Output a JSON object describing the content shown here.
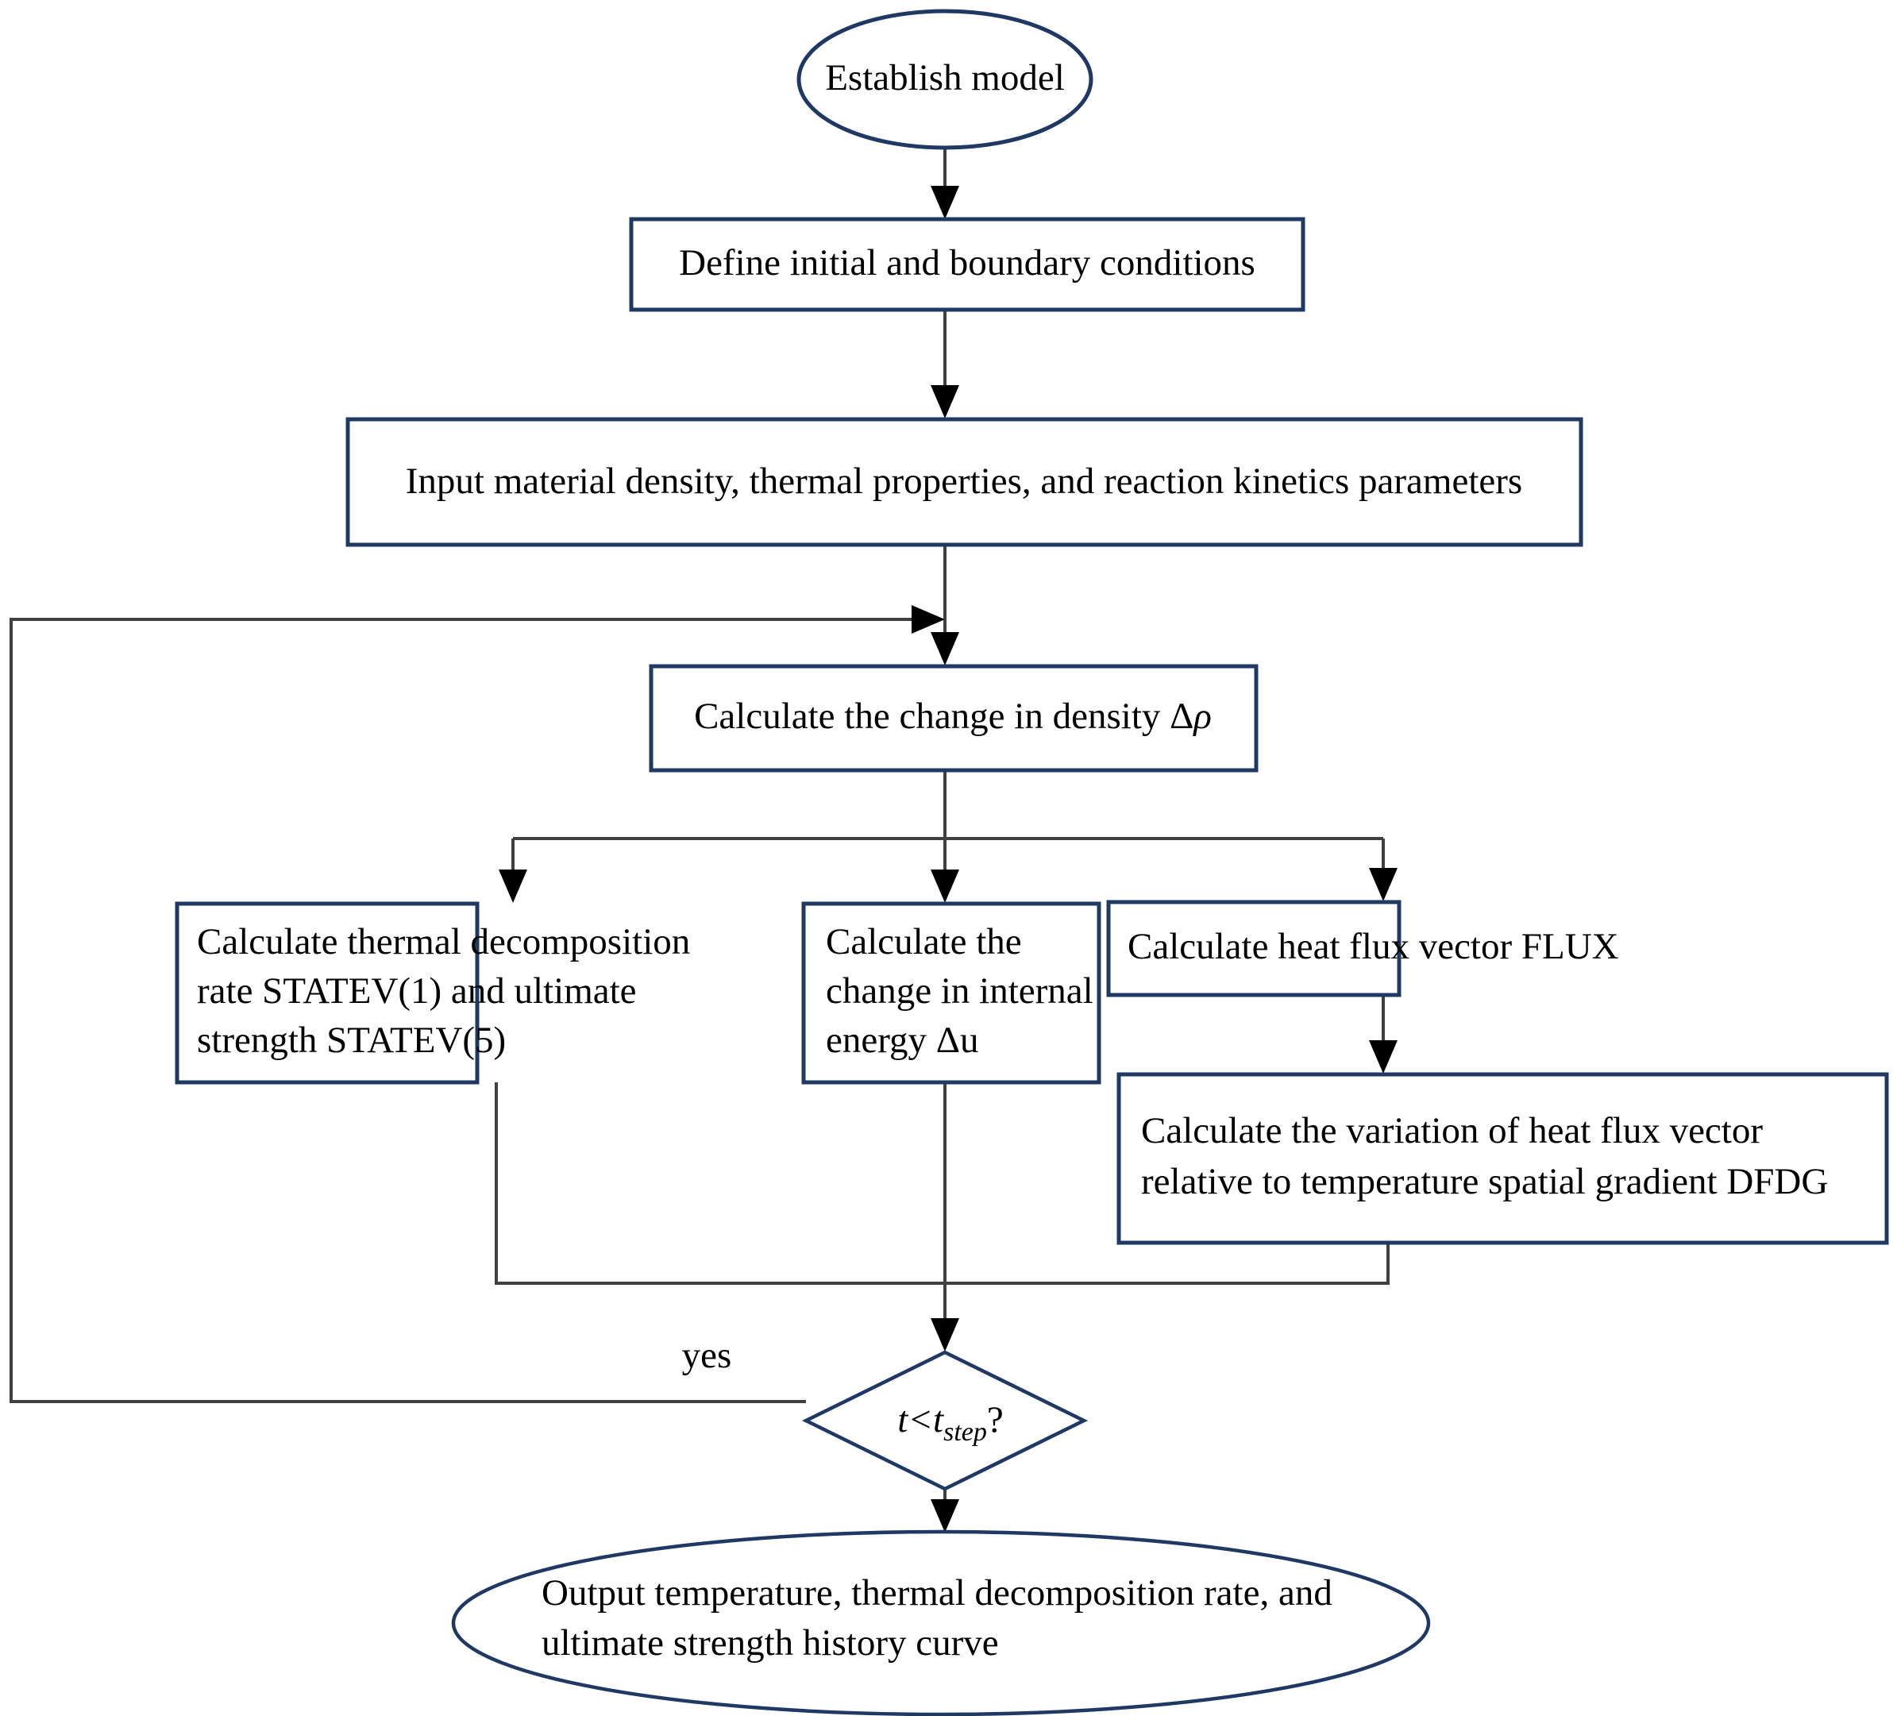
{
  "diagram": {
    "type": "flowchart",
    "title": "Thermal decomposition simulation subroutine flowchart",
    "colors": {
      "node_stroke": "#1f3864",
      "node_fill": "#ffffff",
      "connector": "#404040",
      "text": "#000000",
      "background": "#ffffff"
    },
    "nodes": [
      {
        "id": "start",
        "shape": "ellipse",
        "label": "Establish model"
      },
      {
        "id": "define-conditions",
        "shape": "rectangle",
        "label": "Define initial and boundary conditions"
      },
      {
        "id": "input-parameters",
        "shape": "rectangle",
        "label": "Input material density, thermal properties, and reaction kinetics parameters"
      },
      {
        "id": "calc-density",
        "shape": "rectangle",
        "label_prefix": "Calculate the change in density Δ",
        "label_symbol": "ρ",
        "label": "Calculate the change in density Δρ"
      },
      {
        "id": "calc-decomposition",
        "shape": "rectangle",
        "lines": [
          "Calculate thermal decomposition",
          "rate STATEV(1) and ultimate",
          "strength STATEV(5)"
        ]
      },
      {
        "id": "calc-internal-energy",
        "shape": "rectangle",
        "lines": [
          "Calculate the",
          "change in internal",
          "energy Δu"
        ]
      },
      {
        "id": "calc-heat-flux",
        "shape": "rectangle",
        "label": "Calculate heat flux vector FLUX"
      },
      {
        "id": "calc-dfdg",
        "shape": "rectangle",
        "lines": [
          "Calculate the variation of heat flux vector",
          "relative to temperature spatial gradient DFDG"
        ]
      },
      {
        "id": "decision-timestep",
        "shape": "diamond",
        "label": "t<t_step?",
        "math_main": "t<t",
        "math_subscript": "step",
        "math_suffix": "?"
      },
      {
        "id": "output",
        "shape": "ellipse",
        "lines": [
          "Output temperature, thermal decomposition rate, and",
          "ultimate strength history curve"
        ]
      }
    ],
    "edges": [
      {
        "id": "e1",
        "from": "start",
        "to": "define-conditions",
        "label": ""
      },
      {
        "id": "e2",
        "from": "define-conditions",
        "to": "input-parameters",
        "label": ""
      },
      {
        "id": "e3",
        "from": "input-parameters",
        "to": "calc-density",
        "label": ""
      },
      {
        "id": "e4",
        "from": "calc-density",
        "to": "calc-decomposition",
        "label": ""
      },
      {
        "id": "e5",
        "from": "calc-density",
        "to": "calc-internal-energy",
        "label": ""
      },
      {
        "id": "e6",
        "from": "calc-density",
        "to": "calc-heat-flux",
        "label": ""
      },
      {
        "id": "e7",
        "from": "calc-heat-flux",
        "to": "calc-dfdg",
        "label": ""
      },
      {
        "id": "e8",
        "from": "calc-decomposition",
        "to": "decision-timestep",
        "label": ""
      },
      {
        "id": "e9",
        "from": "calc-internal-energy",
        "to": "decision-timestep",
        "label": ""
      },
      {
        "id": "e10",
        "from": "calc-dfdg",
        "to": "decision-timestep",
        "label": ""
      },
      {
        "id": "e11",
        "from": "decision-timestep",
        "to": "calc-density",
        "label": "yes"
      },
      {
        "id": "e12",
        "from": "decision-timestep",
        "to": "output",
        "label": ""
      }
    ],
    "edge_labels": {
      "yes": "yes"
    }
  }
}
